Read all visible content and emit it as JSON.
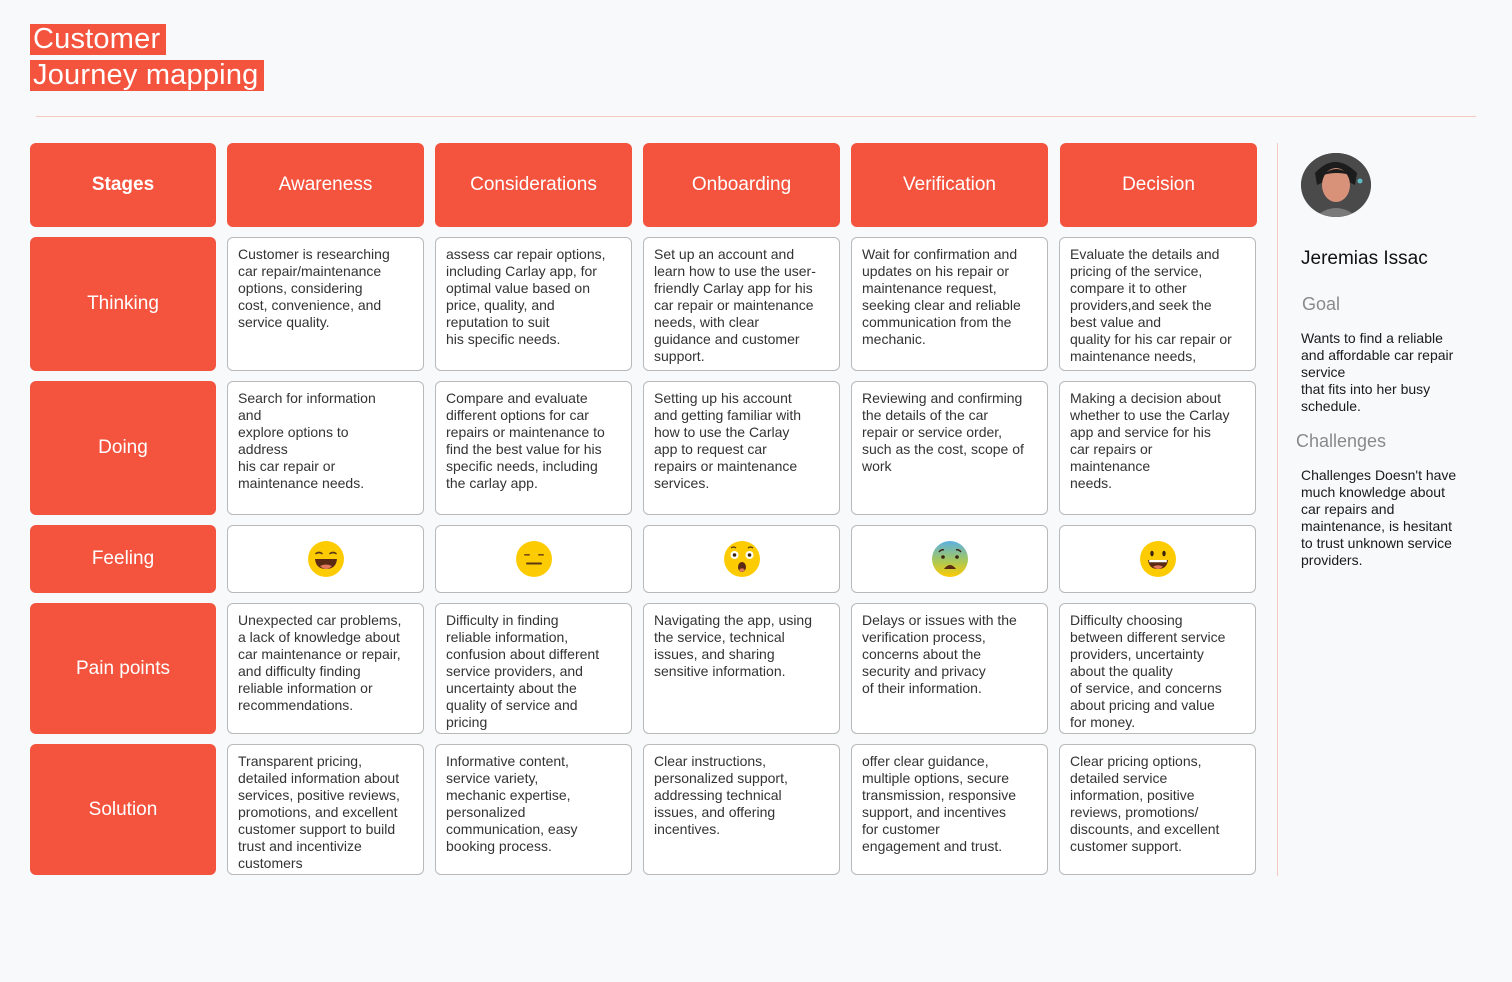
{
  "title": {
    "line1": "Customer",
    "line2": "Journey mapping"
  },
  "colors": {
    "accent": "#f4533e",
    "background": "#f8f9fb",
    "divider": "#f6c9c2",
    "card_border": "#b9b9b9"
  },
  "header": {
    "row_label": "Stages",
    "stages": [
      "Awareness",
      "Considerations",
      "Onboarding",
      "Verification",
      "Decision"
    ]
  },
  "rows": {
    "thinking": {
      "label": "Thinking",
      "cells": [
        "Customer is researching\ncar repair/maintenance\noptions, considering\ncost, convenience, and\nservice quality.",
        "assess car repair options,\nincluding Carlay app, for\noptimal value based on\nprice, quality, and\nreputation to suit\nhis specific needs.",
        "Set up an account and\nlearn how to use the user-\nfriendly Carlay app for his\ncar repair or maintenance\nneeds, with clear\nguidance and customer\nsupport.",
        "Wait for confirmation and\nupdates on his repair or\nmaintenance request,\nseeking clear and reliable\ncommunication from the\nmechanic.",
        "Evaluate the details and\npricing of the service,\ncompare it to other\nproviders,and seek the\nbest value and\nquality for his car repair or\nmaintenance needs,"
      ]
    },
    "doing": {
      "label": "Doing",
      "cells": [
        "Search for information\nand\nexplore options to\naddress\nhis car repair or\nmaintenance needs.",
        "Compare and evaluate\ndifferent options for car\nrepairs or maintenance to\nfind the best value for his\nspecific needs, including\nthe carlay app.",
        "Setting up his account\nand getting familiar with\nhow to use the Carlay\napp to request car\nrepairs or maintenance\nservices.",
        "Reviewing and confirming\nthe details of the car\nrepair or service order,\nsuch as the cost, scope of\nwork",
        "Making a decision about\nwhether to use the Carlay\napp and service for his\ncar repairs or\nmaintenance\nneeds."
      ]
    },
    "feeling": {
      "label": "Feeling",
      "cells": [
        {
          "icon": "grinning-squinting-face-icon",
          "mood": "happy"
        },
        {
          "icon": "expressionless-face-icon",
          "mood": "neutral"
        },
        {
          "icon": "astonished-face-icon",
          "mood": "surprised"
        },
        {
          "icon": "anxious-face-icon",
          "mood": "anxious"
        },
        {
          "icon": "smiling-face-icon",
          "mood": "happy"
        }
      ]
    },
    "pain_points": {
      "label": "Pain points",
      "cells": [
        "Unexpected car problems,\na lack of knowledge about\ncar maintenance or repair,\nand difficulty finding\nreliable information or\nrecommendations.",
        "Difficulty in finding\nreliable information,\nconfusion about different\nservice providers, and\nuncertainty about the\nquality of service and\npricing",
        "Navigating the app, using\nthe service, technical\nissues, and sharing\nsensitive information.",
        "Delays or issues with the\nverification process,\nconcerns about the\nsecurity and privacy\nof their information.",
        "Difficulty choosing\nbetween different service\nproviders, uncertainty\nabout the quality\nof service, and concerns\nabout pricing and value\nfor money."
      ]
    },
    "solution": {
      "label": "Solution",
      "cells": [
        "Transparent pricing,\ndetailed information about\nservices, positive reviews,\npromotions, and excellent\ncustomer support to build\ntrust and incentivize\ncustomers",
        "Informative content,\nservice variety,\nmechanic expertise,\npersonalized\ncommunication, easy\nbooking process.",
        "Clear instructions,\npersonalized support,\naddressing technical\nissues, and offering\nincentives.",
        "offer clear guidance,\nmultiple options, secure\ntransmission, responsive\nsupport, and incentives\nfor customer\nengagement and trust.",
        "Clear pricing options,\ndetailed service\ninformation, positive\nreviews, promotions/\ndiscounts, and excellent\ncustomer support."
      ]
    }
  },
  "persona": {
    "name": "Jeremias Issac",
    "goal_label": "Goal",
    "goal_text": "Wants to find a reliable\nand affordable car repair\nservice\nthat fits into her busy\nschedule.",
    "challenges_label": "Challenges",
    "challenges_text": "Challenges Doesn't have\nmuch knowledge about\ncar repairs and\nmaintenance, is hesitant\nto trust unknown service\nproviders."
  }
}
